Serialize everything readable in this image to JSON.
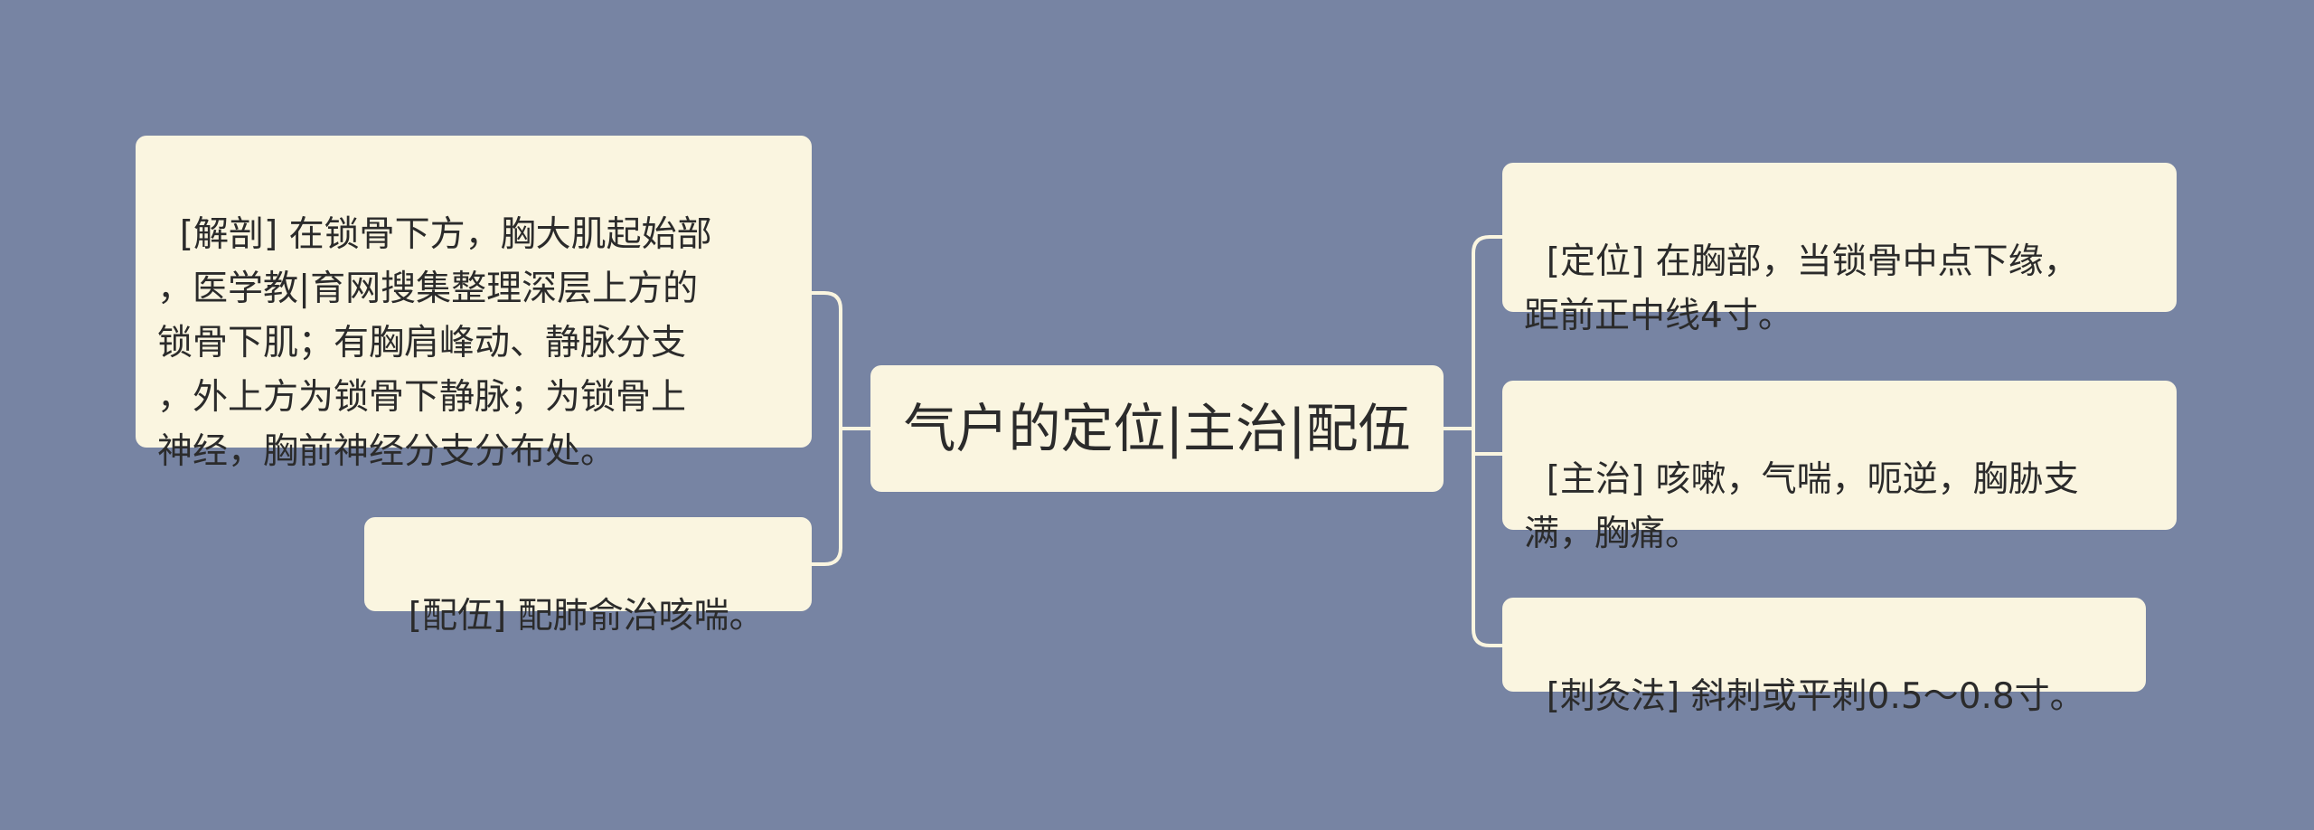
{
  "mindmap": {
    "center": "气户的定位|主治|配伍",
    "left": [
      "[解剖] 在锁骨下方，胸大肌起始部\n，医学教|育网搜集整理深层上方的\n锁骨下肌；有胸肩峰动、静脉分支\n，外上方为锁骨下静脉；为锁骨上\n神经，胸前神经分支分布处。",
      "[配伍] 配肺俞治咳喘。"
    ],
    "right": [
      "[定位] 在胸部，当锁骨中点下缘，\n距前正中线4寸。",
      "[主治] 咳嗽，气喘，呃逆，胸胁支\n满，胸痛。",
      "[刺灸法] 斜刺或平刺0.5～0.8寸。"
    ]
  },
  "colors": {
    "background": "#7784a3",
    "node": "#faf5e0",
    "connector": "#faf5e0",
    "text": "#2b2b2b"
  }
}
